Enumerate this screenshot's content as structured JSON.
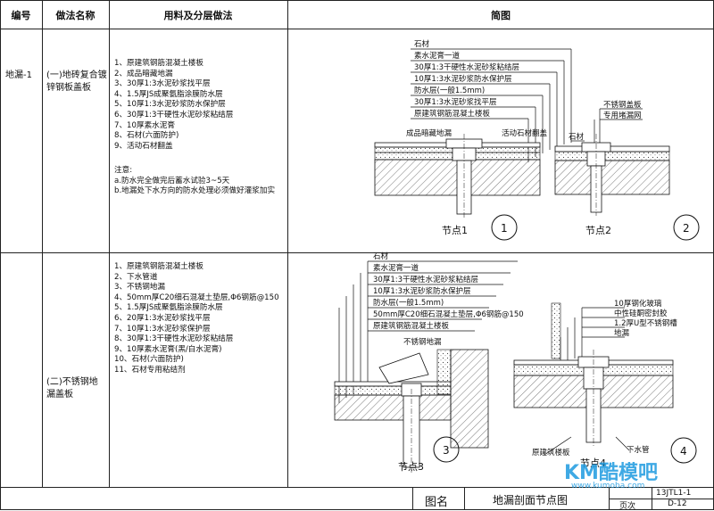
{
  "headers": {
    "no": "编号",
    "name": "做法名称",
    "method": "用料及分层做法",
    "figure": "简图"
  },
  "row1": {
    "no": "地漏-1",
    "name_lines": [
      "(一)地砖复合镀",
      "锌钢板盖板"
    ],
    "layers": [
      "1、原建筑钢筋混凝土楼板",
      "2、成品暗藏地漏",
      "3、30厚1:3水泥砂浆找平层",
      "4、1.5厚JS成聚氨脂涂膜防水层",
      "5、10厚1:3水泥砂浆防水保护层",
      "6、30厚1:3干硬性水泥砂浆粘结层",
      "7、10厚素水泥膏",
      "8、石材(六面防护)",
      "9、活动石材翻盖"
    ],
    "notes": [
      "注意:",
      "a.防水完全做完后蓄水试验3~5天",
      "b.地漏处下水方向的防水处理必须做好灌浆加实"
    ],
    "fig1_labels": [
      "石材",
      "素水泥膏一道",
      "30厚1:3干硬性水泥砂浆粘结层",
      "10厚1:3水泥砂浆防水保护层",
      "防水层(一般1.5mm)",
      "30厚1:3水泥砂浆找平层",
      "原建筑钢筋混凝土楼板"
    ],
    "fig1_bottom_left": "成品暗藏地漏",
    "fig1_bottom_right": "活动石材翻盖",
    "fig1_caption": "节点1",
    "fig1_num": "1",
    "fig2_labels": [
      "不锈钢盖板",
      "专用堵漏网"
    ],
    "fig2_left": "石材",
    "fig2_caption": "节点2",
    "fig2_num": "2"
  },
  "row2": {
    "name_lines": [
      "(二)不锈钢地",
      "漏盖板"
    ],
    "layers": [
      "1、原建筑钢筋混凝土楼板",
      "2、下水管道",
      "3、不锈钢地漏",
      "4、50mm厚C20细石混凝土垫层,Φ6钢筋@150",
      "5、1.5厚JS成聚氨脂涂膜防水层",
      "6、20厚1:3水泥砂浆找平层",
      "7、10厚1:3水泥砂浆保护层",
      "8、30厚1:3干硬性水泥砂浆粘结层",
      "9、10厚素水泥膏(黑/白水泥膏)",
      "10、石材(六面防护)",
      "11、石材专用粘结剂"
    ],
    "fig3_labels": [
      "石材",
      "素水泥膏一道",
      "30厚1:3干硬性水泥砂浆粘结层",
      "10厚1:3水泥砂浆防水保护层",
      "防水层(一般1.5mm)",
      "50mm厚C20细石混凝土垫层,Φ6钢筋@150",
      "原建筑钢筋混凝土楼板"
    ],
    "fig3_inner": "不锈钢地漏",
    "fig3_caption": "节点3",
    "fig3_num": "3",
    "fig4_labels": [
      "10厚钢化玻璃",
      "中性硅酮密封胶",
      "1.2厚U型不锈钢槽",
      "地漏"
    ],
    "fig4_bottom_left": "原建筑楼板",
    "fig4_bottom_right": "下水管",
    "fig4_caption": "节点4",
    "fig4_num": "4"
  },
  "title_block": {
    "label": "图名",
    "title": "地漏剖面节点图",
    "sheet_label": "页次",
    "code": "13JTL1-1",
    "page": "D-12"
  },
  "watermark": {
    "text": "KM酷模吧",
    "url": "www.kumoba.com"
  }
}
